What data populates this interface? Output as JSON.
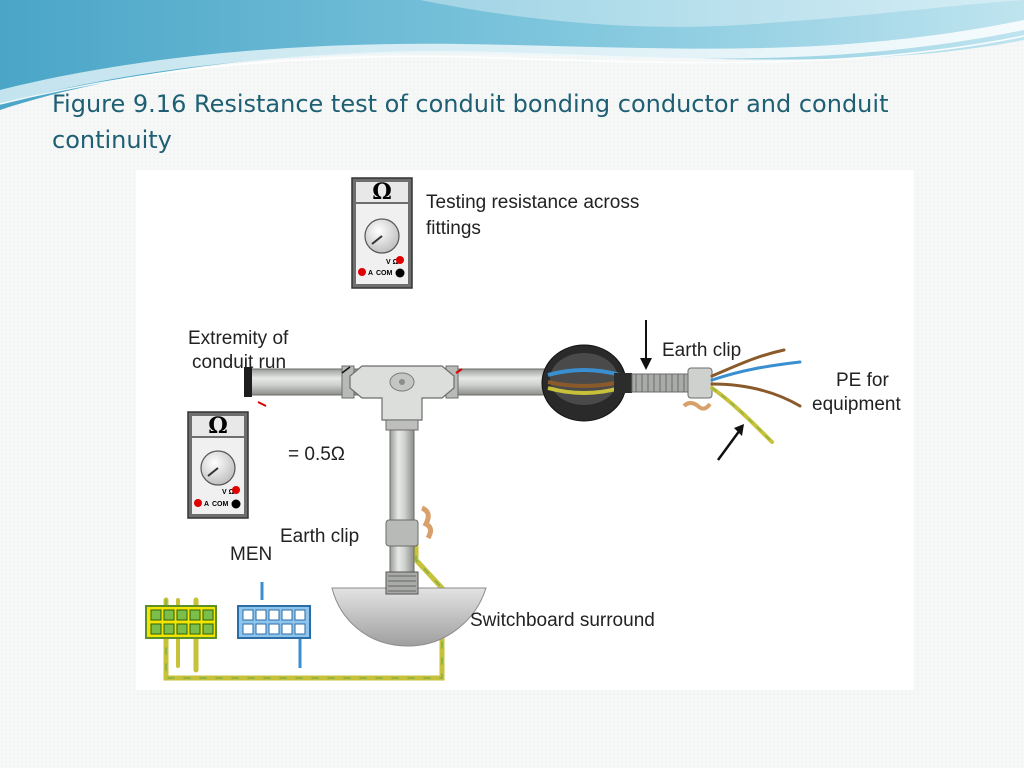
{
  "slide": {
    "title": "Figure 9.16 Resistance test of conduit bonding conductor and conduit continuity"
  },
  "diagram": {
    "labels": {
      "testing": "Testing resistance across fittings",
      "testing_line1": "Testing resistance across",
      "testing_line2": "fittings",
      "extremity_line1": "Extremity of",
      "extremity_line2": "conduit run",
      "earth_clip_top": "Earth clip",
      "pe_line1": "PE for",
      "pe_line2": "equipment",
      "reading": "= 0.5Ω",
      "earth_clip_bottom": "Earth clip",
      "men": "MEN",
      "switchboard": "Switchboard surround"
    },
    "meter": {
      "symbol": "Ω",
      "terminal_v": "V Ω",
      "terminal_com": "COM",
      "terminal_a": "A"
    },
    "colors": {
      "title": "#1f5f73",
      "earth_wire": "#c8c23a",
      "neutral_wire": "#3a8fd0",
      "active_wire": "#8b5a2b",
      "conduit": "#c9cbc8",
      "earth_bar": "#f2e600",
      "neutral_bar": "#8fc4ec"
    }
  }
}
